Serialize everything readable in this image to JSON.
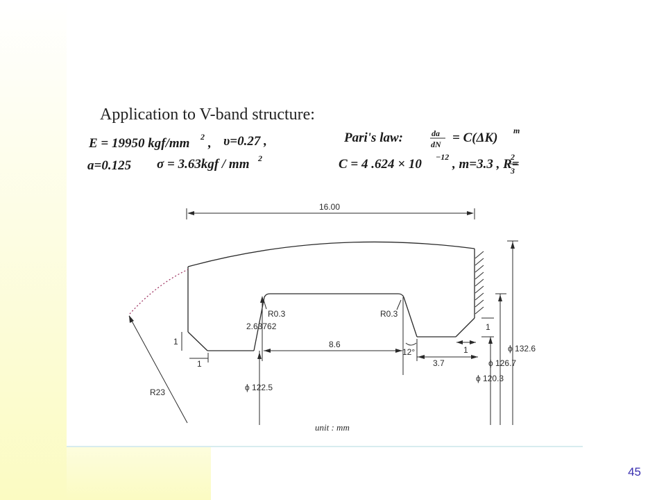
{
  "slide": {
    "page_number": "45"
  },
  "heading": "Application to V-band structure:",
  "equations": {
    "modulus": "E = 19950 kgf/mm",
    "poisson": "υ=0.27 ,",
    "crack": "a=0.125",
    "stress": "σ = 3.63kgf / mm",
    "paris_label": "Pari's law:",
    "paris_num": "da",
    "paris_den": "dN",
    "paris_rhs": "= C(ΔK)",
    "paris_exp": "m",
    "constants": "C = 4 .624 × 10",
    "constants_exp": "−12",
    "constants_rest": ", m=3.3 , R=",
    "ratio_num": "2",
    "ratio_den": "3",
    "superscript_2": "2"
  },
  "drawing": {
    "dim_width": "16.00",
    "dim_fillet_left": "R0.3",
    "dim_fillet_right": "R0.3",
    "dim_height": "2.63762",
    "dim_left_step_v": "1",
    "dim_left_step_h": "1",
    "dim_base": "8.6",
    "dim_angle": "12°",
    "dim_right_flange": "3.7",
    "dim_right_step_h": "1",
    "dim_right_step_v": "1",
    "dim_radius": "R23",
    "dia_1": "ϕ 122.5",
    "dia_2": "ϕ 132.6",
    "dia_3": "ϕ 126.7",
    "dia_4": "ϕ 120.3",
    "unit": "unit : mm"
  }
}
